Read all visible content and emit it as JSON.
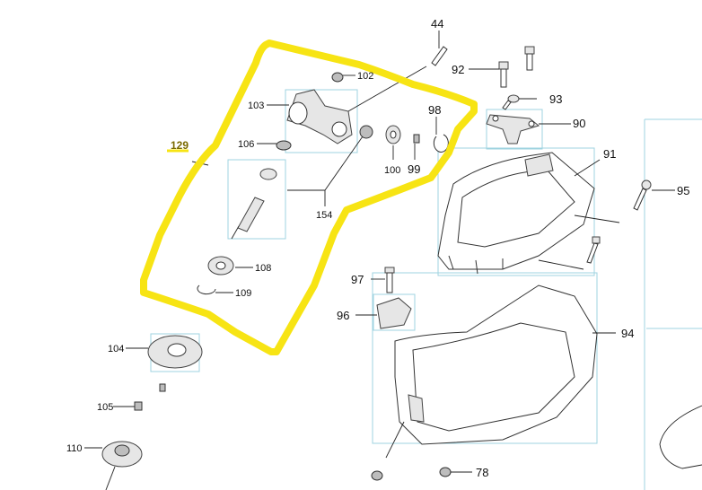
{
  "diagram": {
    "highlight_color": "#f7e414",
    "callouts": [
      "44",
      "92",
      "93",
      "90",
      "91",
      "95",
      "102",
      "103",
      "106",
      "98",
      "100",
      "99",
      "154",
      "108",
      "109",
      "97",
      "96",
      "94",
      "104",
      "105",
      "110",
      "78"
    ],
    "annotation_label": "129"
  }
}
